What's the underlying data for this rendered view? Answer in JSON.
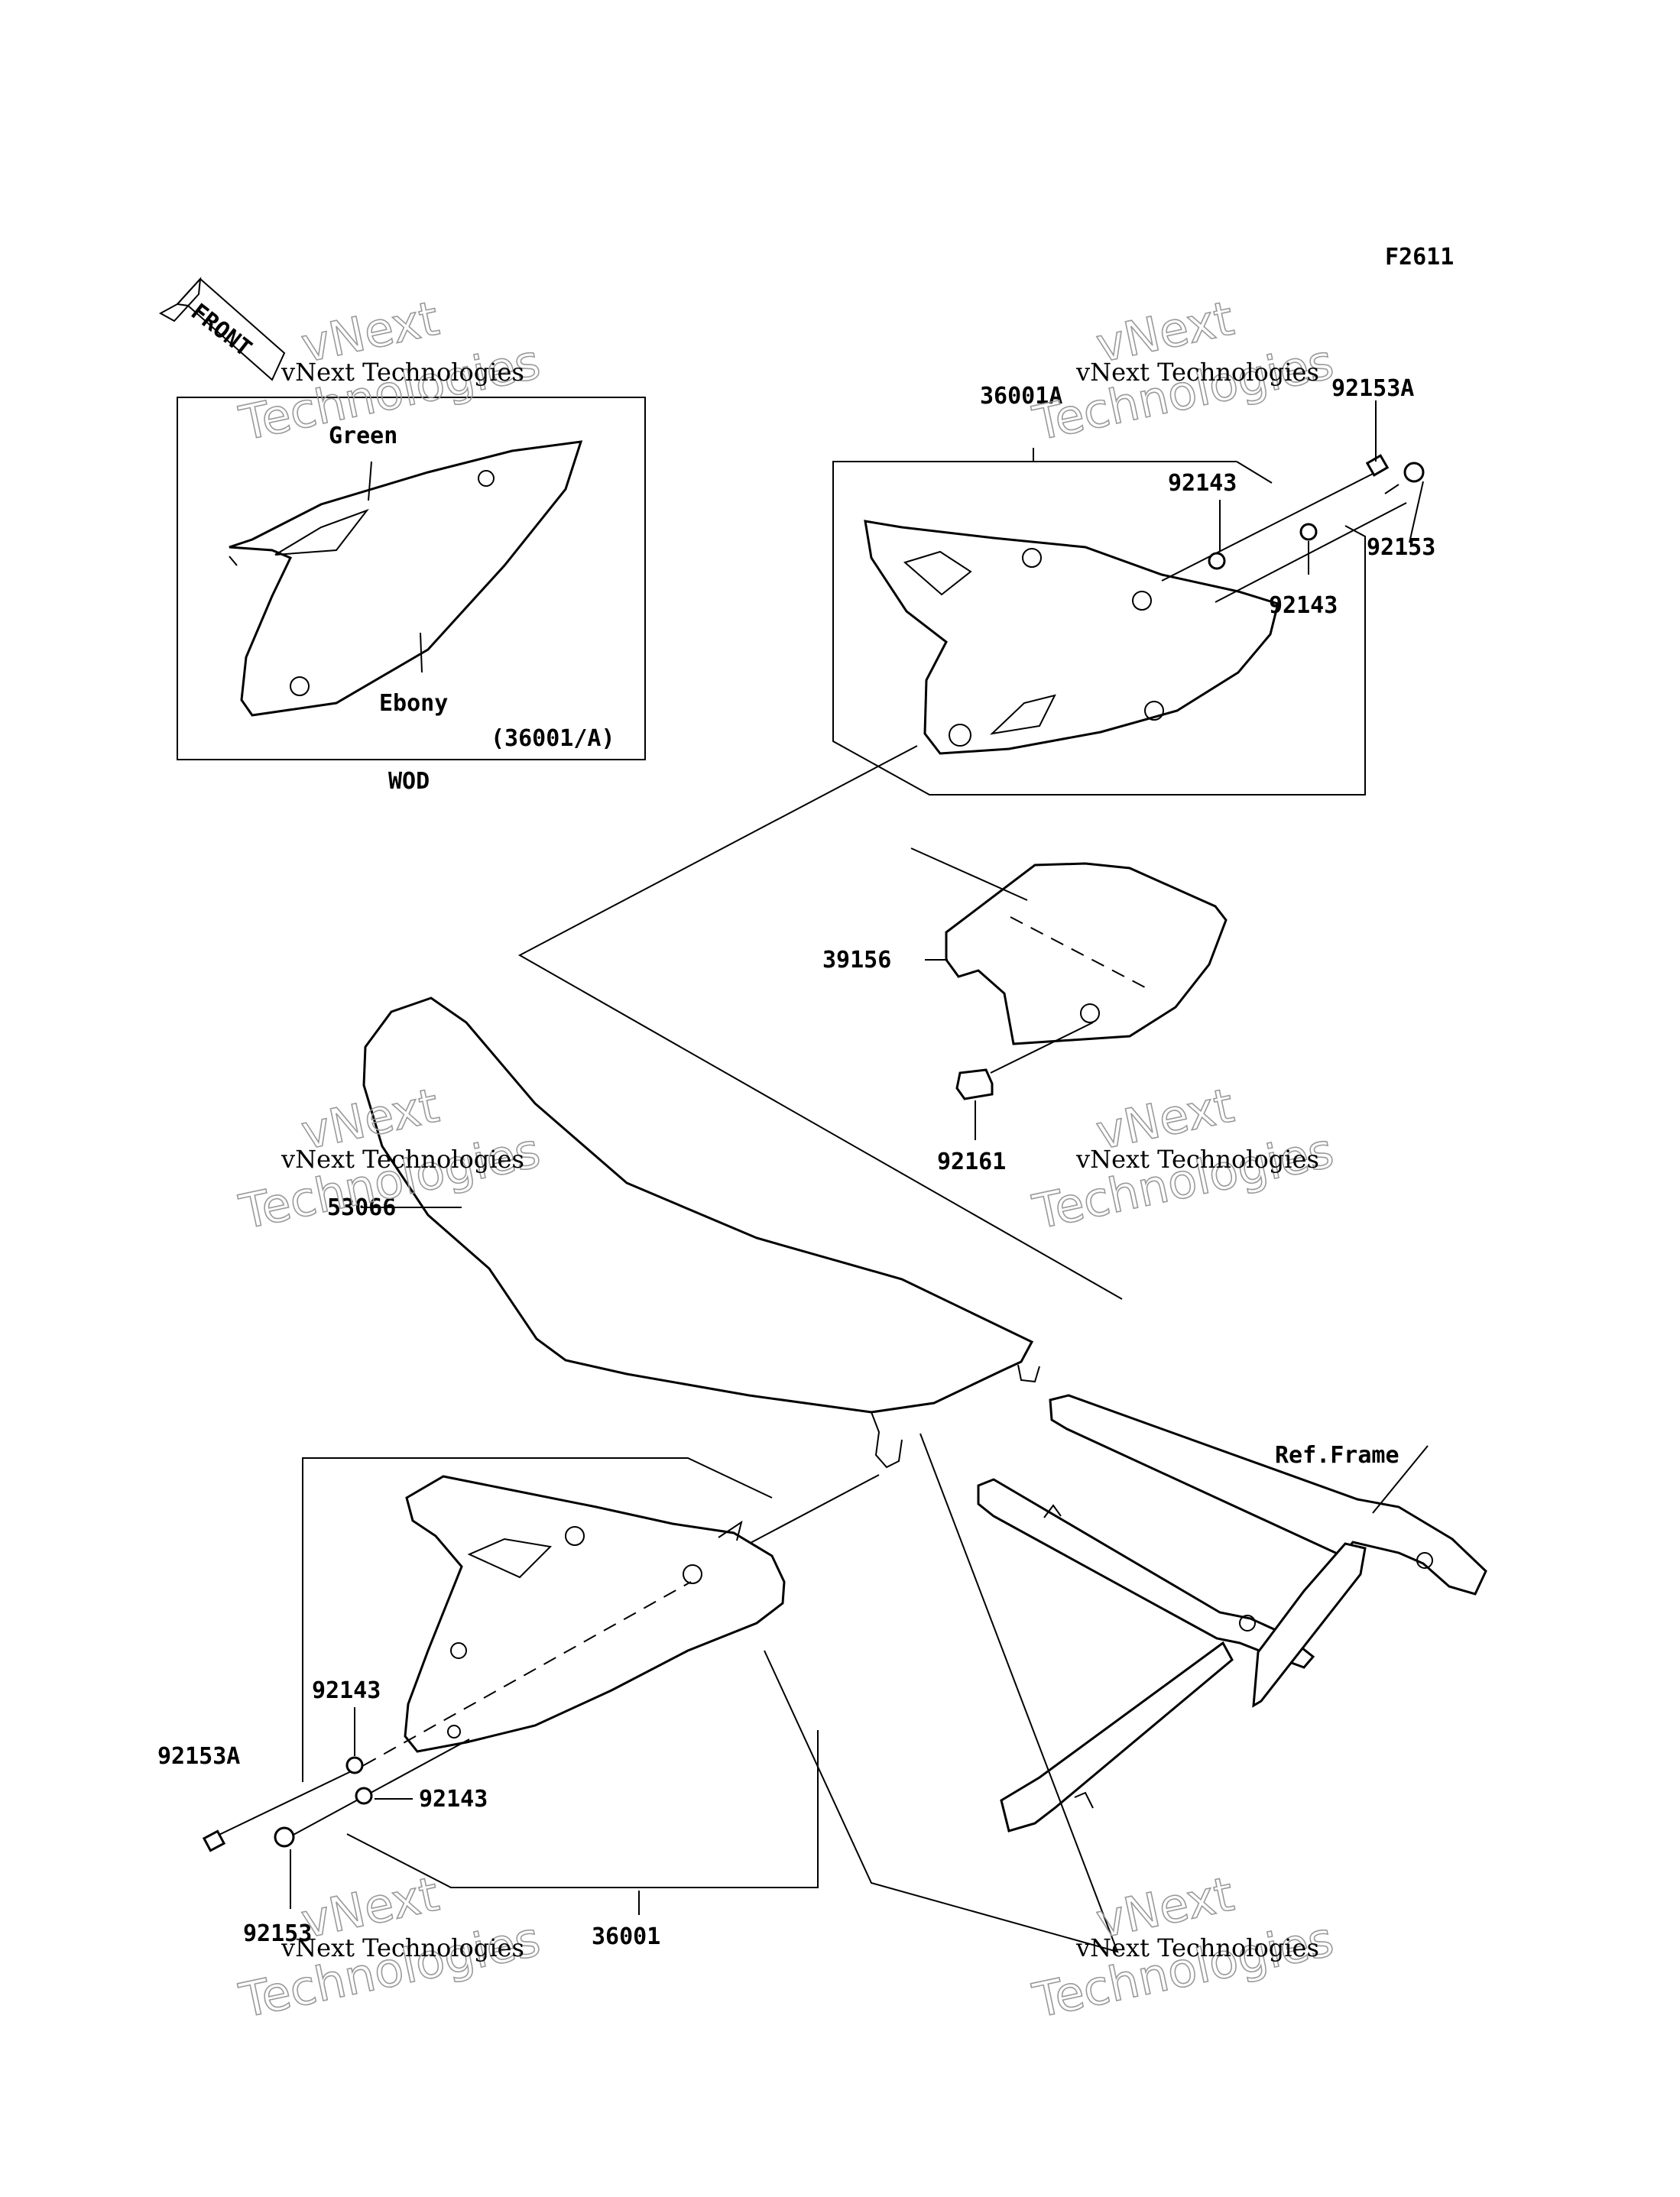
{
  "figure_code": "F2611",
  "front_marker": "FRONT",
  "inset": {
    "color_top": "Green",
    "color_body": "Ebony",
    "part_ref": "(36001/A)",
    "caption": "WOD"
  },
  "part_labels": {
    "cover_right": "36001A",
    "bolt_a_right": "92153A",
    "collar_right_1": "92143",
    "bolt_right": "92153",
    "collar_right_2": "92143",
    "pad": "39156",
    "damper": "92161",
    "seat": "53066",
    "frame_ref": "Ref.Frame",
    "collar_left_1": "92143",
    "bolt_a_left": "92153A",
    "collar_left_2": "92143",
    "bolt_left": "92153",
    "cover_left": "36001"
  },
  "watermark": {
    "line1": "vNext Technologies",
    "line2_a": "vNext",
    "line2_b": "Technologies"
  }
}
